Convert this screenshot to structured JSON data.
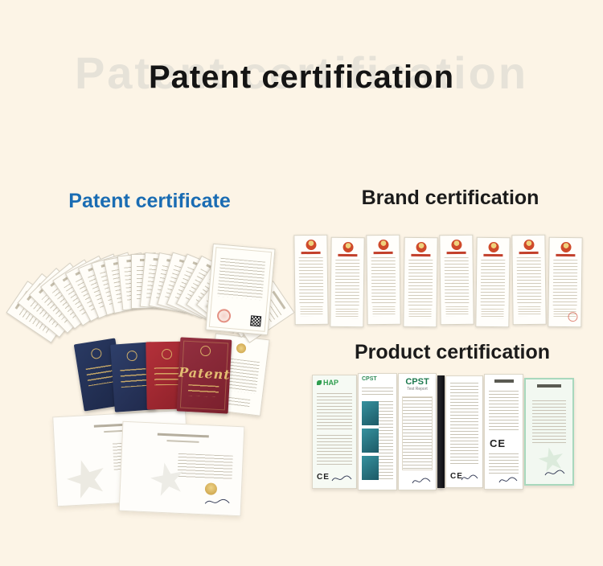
{
  "page": {
    "background_color": "#fcf4e6",
    "watermark_text": "Patent certification",
    "title": "Patent certification"
  },
  "sections": {
    "patent": {
      "heading": "Patent certificate",
      "heading_color": "#1a6cb3",
      "fan_count": 21,
      "booklet_script_label": "Patent"
    },
    "brand": {
      "heading": "Brand certification",
      "heading_color": "#1b1b1b",
      "certificate_count": 8
    },
    "product": {
      "heading": "Product certification",
      "heading_color": "#1b1b1b",
      "labels": {
        "hap": "HAP",
        "cpst": "CPST",
        "test_report": "Test Report",
        "ce": "CE"
      }
    }
  },
  "icons": {
    "star_watermark": "★"
  },
  "colors": {
    "heading_blue": "#1a6cb3",
    "emblem_red": "#cf4a2a",
    "emblem_gold": "#efd27c",
    "booklet_navy": "#25355c",
    "booklet_red": "#a92b33",
    "booklet_maroon": "#82252e",
    "gold_text": "#e3bd72",
    "green_label": "#2f9e4f",
    "teal_photo": "#2c7d8a",
    "mint_border": "#a8d8bd"
  }
}
